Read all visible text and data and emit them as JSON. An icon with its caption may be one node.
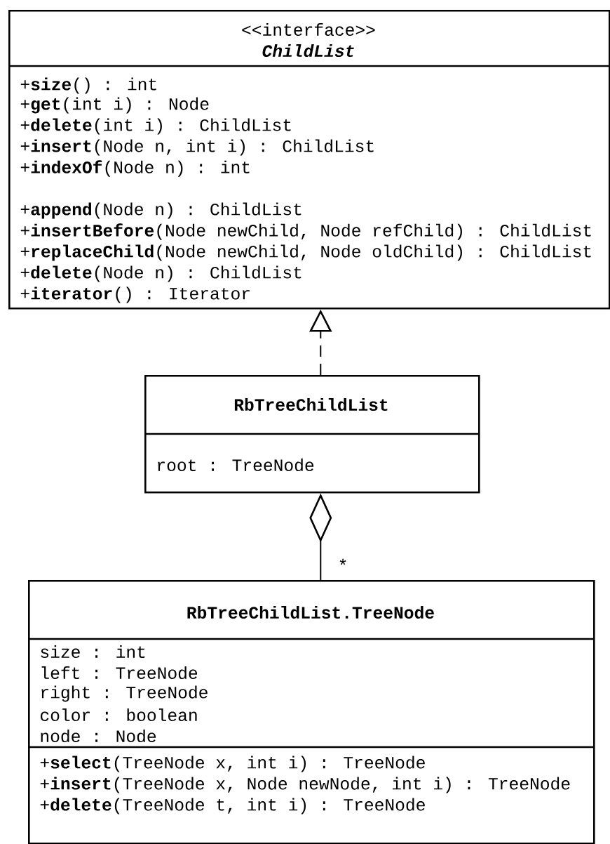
{
  "diagram": {
    "nodes": [
      {
        "text": [
          "<<interface>>",
          "ChildList",
          "+**size**() : int",
          "+**get**(int i) : Node",
          "+**delete**(int i) : ChildList",
          "+**insert**(Node n, int i) : ChildList",
          "+**indexOf**(Node n) : int",
          "+**append**(Node n) : ChildList",
          "+**insertBefore**(Node newChild, Node refChild) : ChildList",
          "+**replaceChild**(Node newChild, Node oldChild) : ChildList",
          "+**delete**(Node n) : ChildList",
          "+**iterator**() : Iterator"
        ]
      },
      {
        "text": [
          "RbTreeChildList",
          "root : TreeNode"
        ]
      },
      {
        "text": [
          "RbTreeChildList.TreeNode",
          "size : int",
          "left : TreeNode",
          "right : TreeNode",
          "color : boolean",
          "node : Node",
          "+**select**(TreeNode x, int i) : TreeNode",
          "+**insert**(TreeNode x, Node newNode, int i) : TreeNode",
          "+**delete**(TreeNode t, int i) : TreeNode"
        ]
      }
    ],
    "edges": [
      {
        "from": 1,
        "to": 0,
        "arrow": "to",
        "style": "dashed"
      },
      {
        "from": 1,
        "to": 2,
        "arrow": "other",
        "label": "*"
      }
    ]
  }
}
